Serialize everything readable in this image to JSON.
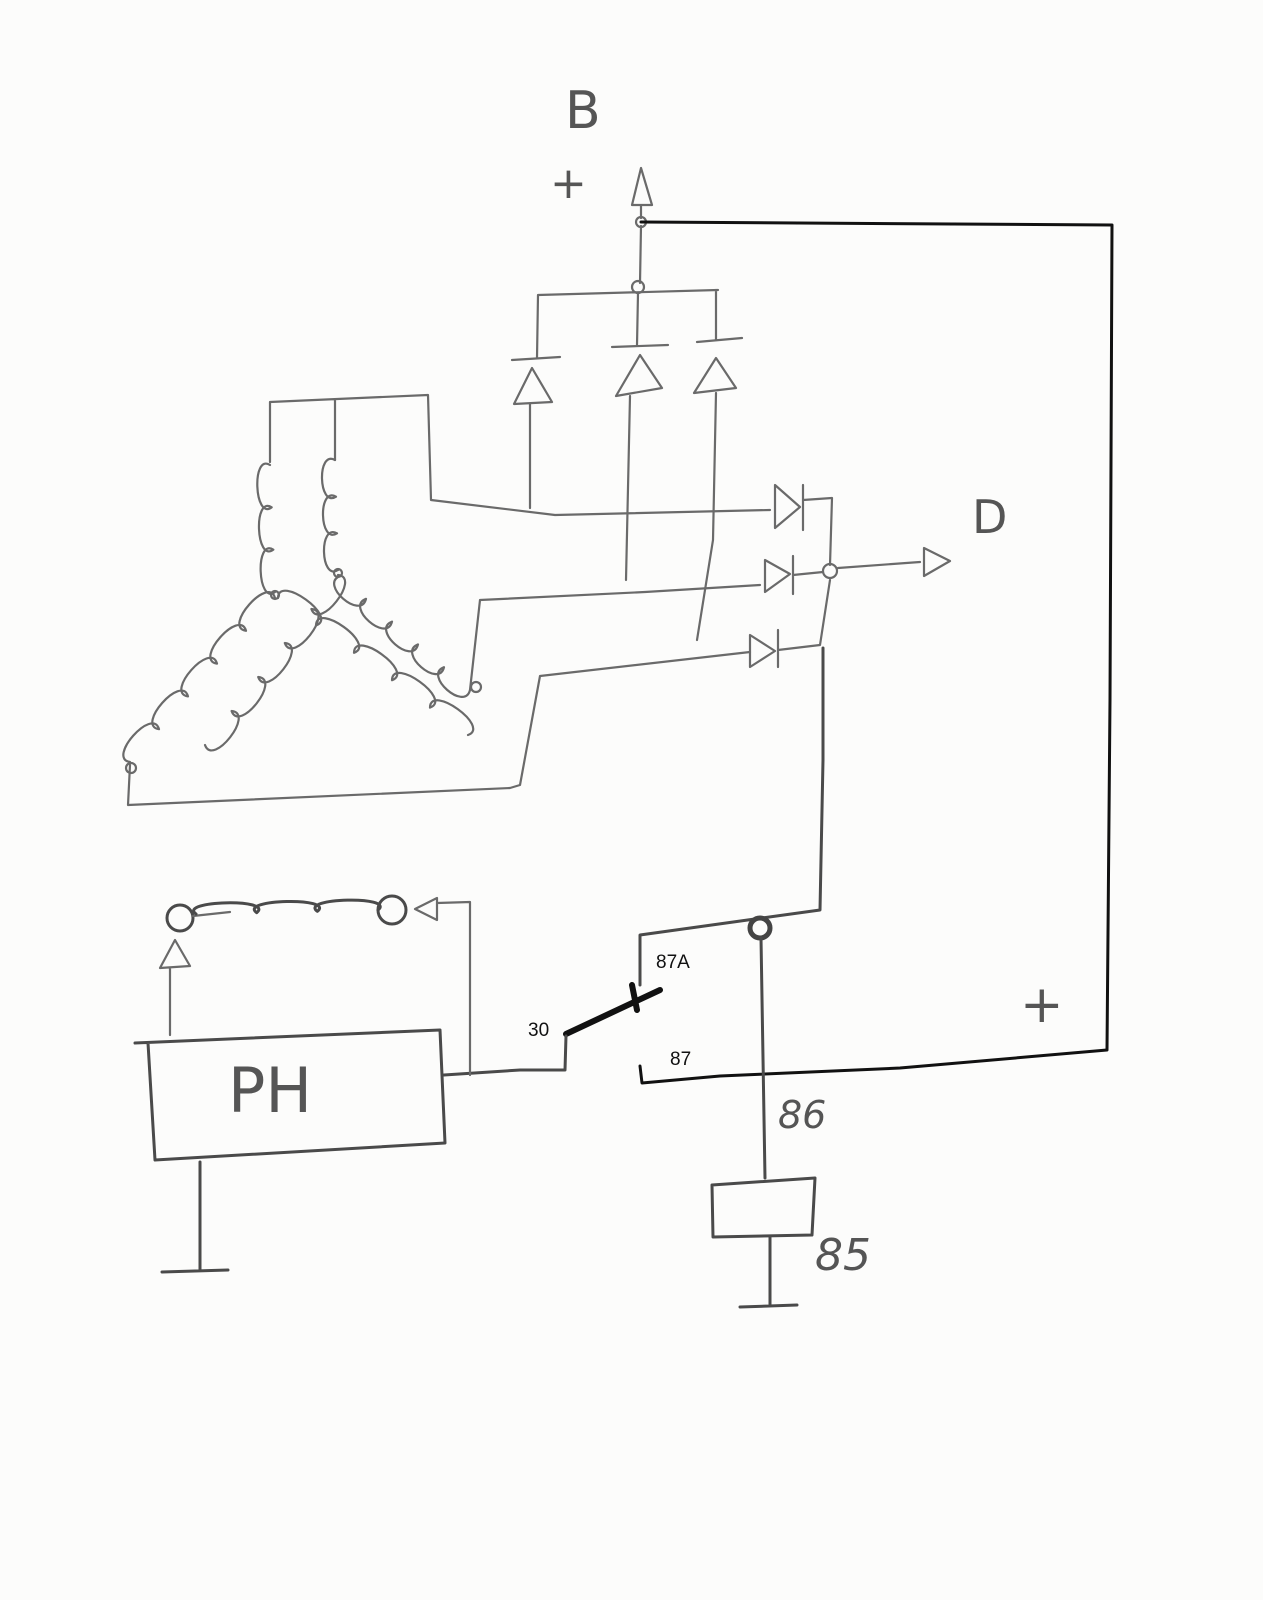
{
  "labels": {
    "b_terminal": "B",
    "b_plus": "+",
    "d_terminal": "D",
    "relay_87a": "87A",
    "relay_30": "30",
    "relay_87": "87",
    "regulator": "PH",
    "relay_86": "86",
    "relay_85": "85",
    "battery_plus": "+"
  },
  "colors": {
    "pencil": "#6a6a6a",
    "ink": "#111111"
  }
}
